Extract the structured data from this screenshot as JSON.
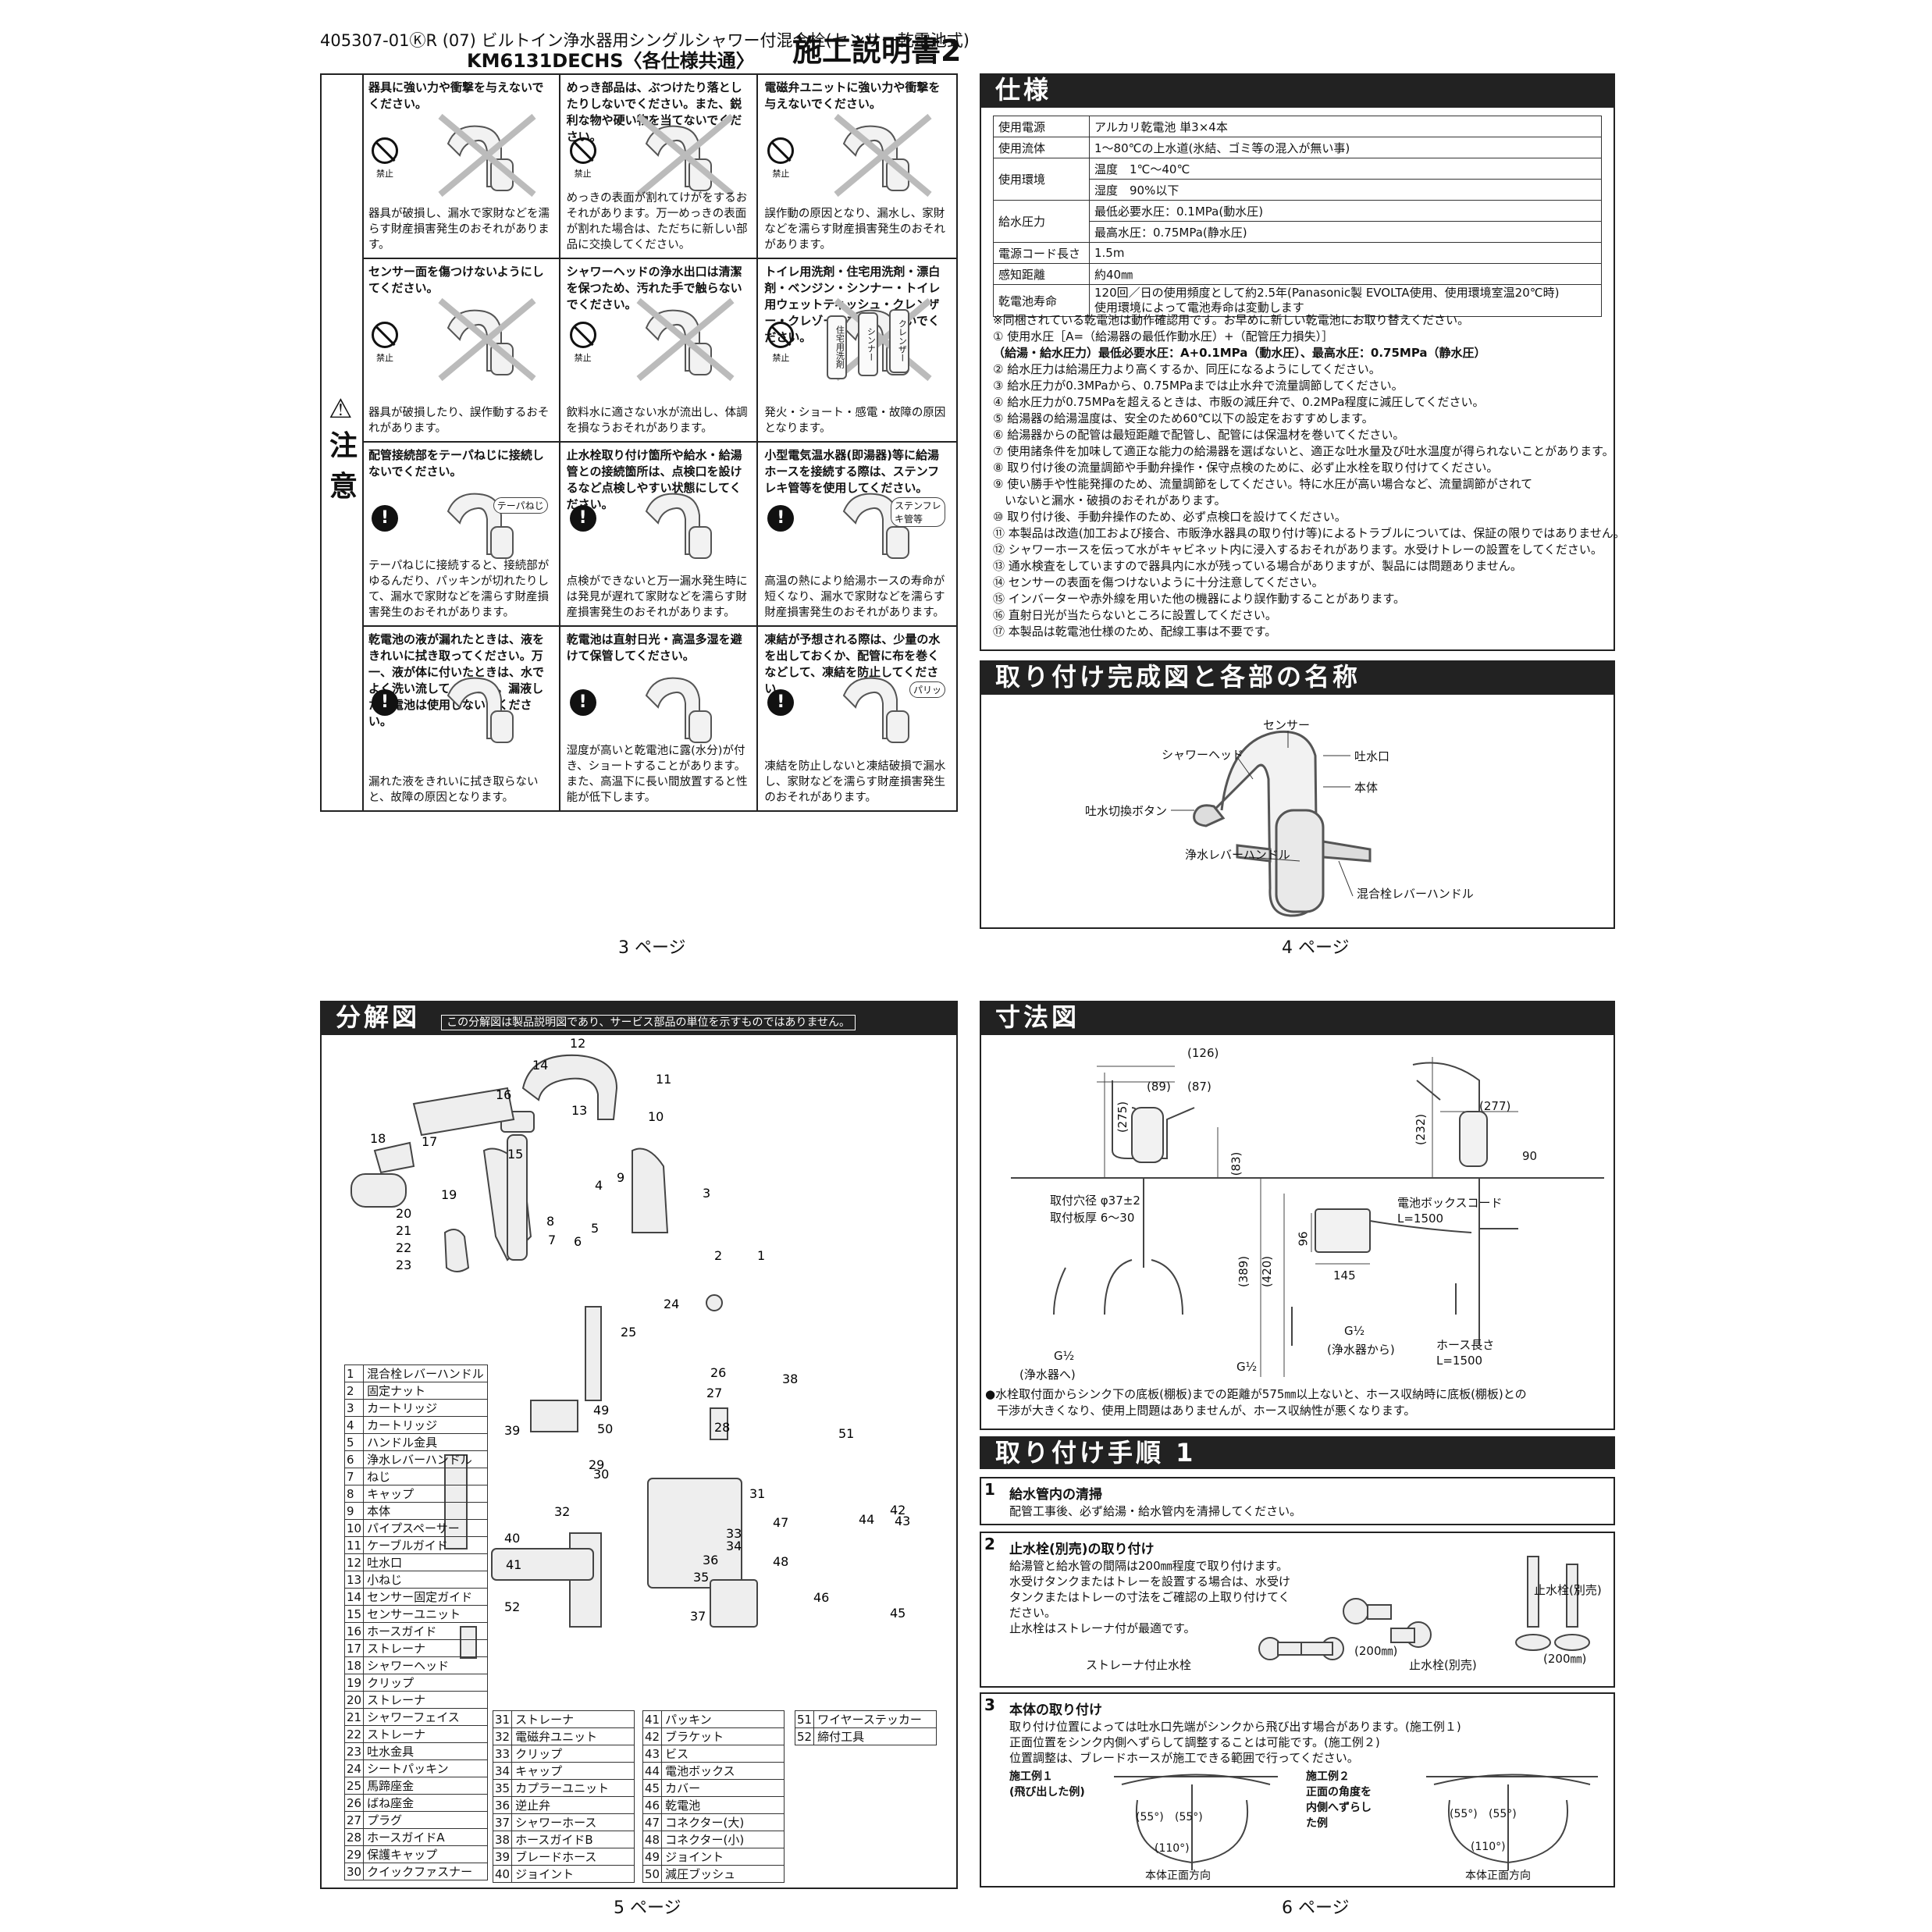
{
  "header": {
    "code": "405307-01ⓀR (07)  ビルトイン浄水器用シングルシャワー付混合栓(センサー乾電池式)",
    "model": "KM6131DECHS〈各仕様共通〉",
    "title": "施工説明書2"
  },
  "caution": {
    "side_label": "注意",
    "cells": [
      {
        "head": "器具に強い力や衝撃を与えないでください。",
        "icon": "prohibit",
        "icon_label": "禁止",
        "body": "器具が破損し、漏水で家財などを濡らす財産損害発生のおそれがあります。"
      },
      {
        "head": "めっき部品は、ぶつけたり落としたりしないでください。また、鋭利な物や硬い物を当てないでください。",
        "icon": "prohibit",
        "icon_label": "禁止",
        "body": "めっきの表面が割れてけがをするおそれがあります。万一めっきの表面が割れた場合は、ただちに新しい部品に交換してください。"
      },
      {
        "head": "電磁弁ユニットに強い力や衝撃を与えないでください。",
        "icon": "prohibit",
        "icon_label": "禁止",
        "body": "誤作動の原因となり、漏水し、家財などを濡らす財産損害発生のおそれがあります。"
      },
      {
        "head": "センサー面を傷つけないようにしてください。",
        "icon": "prohibit",
        "icon_label": "禁止",
        "body": "器具が破損したり、誤作動するおそれがあります。"
      },
      {
        "head": "シャワーヘッドの浄水出口は清潔を保つため、汚れた手で触らないでください。",
        "icon": "prohibit",
        "icon_label": "禁止",
        "body": "飲料水に適さない水が流出し、体調を損なうおそれがあります。"
      },
      {
        "head": "トイレ用洗剤・住宅用洗剤・漂白剤・ベンジン・シンナー・トイレ用ウェットティッシュ・クレンザー・クレゾールを使用しないでください。",
        "icon": "prohibit",
        "icon_label": "禁止",
        "body": "発火・ショート・感電・故障の原因となります。",
        "bottles": [
          "住宅用洗剤",
          "シンナー",
          "クレンザー"
        ]
      },
      {
        "head": "配管接続部をテーパねじに接続しないでください。",
        "icon": "must",
        "icon_label": "",
        "body": "テーパねじに接続すると、接続部がゆるんだり、パッキンが切れたりして、漏水で家財などを濡らす財産損害発生のおそれがあります。",
        "callout": "テーパねじ"
      },
      {
        "head": "止水栓取り付け箇所や給水・給湯管との接続箇所は、点検口を設けるなど点検しやすい状態にしてください。",
        "icon": "must",
        "icon_label": "",
        "body": "点検ができないと万一漏水発生時には発見が遅れて家財などを濡らす財産損害発生のおそれがあります。"
      },
      {
        "head": "小型電気温水器(即湯器)等に給湯ホースを接続する際は、ステンフレキ管等を使用してください。",
        "icon": "must",
        "icon_label": "",
        "body": "高温の熱により給湯ホースの寿命が短くなり、漏水で家財などを濡らす財産損害発生のおそれがあります。",
        "callout": "ステンフレキ管等"
      },
      {
        "head": "乾電池の液が漏れたときは、液をきれいに拭き取ってください。万一、液が体に付いたときは、水でよく洗い流してください。漏液した乾電池は使用しないでください。",
        "icon": "must",
        "icon_label": "",
        "body": "漏れた液をきれいに拭き取らないと、故障の原因となります。"
      },
      {
        "head": "乾電池は直射日光・高温多湿を避けて保管してください。",
        "icon": "must",
        "icon_label": "",
        "body": "湿度が高いと乾電池に露(水分)が付き、ショートすることがあります。また、高温下に長い間放置すると性能が低下します。"
      },
      {
        "head": "凍結が予想される際は、少量の水を出しておくか、配管に布を巻くなどして、凍結を防止してください。",
        "icon": "must",
        "icon_label": "",
        "body": "凍結を防止しないと凍結破損で漏水し、家財などを濡らす財産損害発生のおそれがあります。",
        "callout": "パリッ"
      }
    ]
  },
  "spec": {
    "title": "仕様",
    "rows": [
      [
        "使用電源",
        "アルカリ乾電池 単3×4本"
      ],
      [
        "使用流体",
        "1～80℃の上水道(氷結、ゴミ等の混入が無い事)"
      ],
      [
        "使用環境",
        "温度　1℃～40℃",
        "湿度　90%以下"
      ],
      [
        "給水圧力",
        "最低必要水圧：0.1MPa(動水圧)",
        "最高水圧：0.75MPa(静水圧)"
      ],
      [
        "電源コード長さ",
        "1.5m"
      ],
      [
        "感知距離",
        "約40㎜"
      ],
      [
        "乾電池寿命",
        "120回／日の使用頻度として約2.5年(Panasonic製 EVOLTA使用、使用環境室温20℃時)",
        "使用環境によって電池寿命は変動します"
      ]
    ],
    "notes": [
      "※同梱されている乾電池は動作確認用です。お早めに新しい乾電池にお取り替えください。",
      "① 使用水圧［A=（給湯器の最低作動水圧）+（配管圧力損失）］",
      "（給湯・給水圧力）最低必要水圧：A+0.1MPa（動水圧）、最高水圧：0.75MPa（静水圧）",
      "② 給水圧力は給湯圧力より高くするか、同圧になるようにしてください。",
      "③ 給水圧力が0.3MPaから、0.75MPaまでは止水弁で流量調節してください。",
      "④ 給水圧力が0.75MPaを超えるときは、市販の減圧弁で、0.2MPa程度に減圧してください。",
      "⑤ 給湯器の給湯温度は、安全のため60℃以下の設定をおすすめします。",
      "⑥ 給湯器からの配管は最短距離で配管し、配管には保温材を巻いてください。",
      "⑦ 使用諸条件を加味して適正な能力の給湯器を選ばないと、適正な吐水量及び吐水温度が得られないことがあります。",
      "⑧ 取り付け後の流量調節や手動弁操作・保守点検のために、必ず止水栓を取り付けてください。",
      "⑨ 使い勝手や性能発揮のため、流量調節をしてください。特に水圧が高い場合など、流量調節がされて",
      "　いないと漏水・破損のおそれがあります。",
      "⑩ 取り付け後、手動弁操作のため、必ず点検口を設けてください。",
      "⑪ 本製品は改造(加工および接合、市販浄水器具の取り付け等)によるトラブルについては、保証の限りではありません。",
      "⑫ シャワーホースを伝って水がキャビネット内に浸入するおそれがあります。水受けトレーの設置をしてください。",
      "⑬ 通水検査をしていますので器具内に水が残っている場合がありますが、製品には問題ありません。",
      "⑭ センサーの表面を傷つけないように十分注意してください。",
      "⑮ インバーターや赤外線を用いた他の機器により誤作動することがあります。",
      "⑯ 直射日光が当たらないところに設置してください。",
      "⑰ 本製品は乾電池仕様のため、配線工事は不要です。"
    ]
  },
  "completion": {
    "title": "取り付け完成図と各部の名称",
    "labels": [
      "センサー",
      "シャワーヘッド",
      "吐水口",
      "本体",
      "吐水切換ボタン",
      "浄水レバーハンドル",
      "混合栓レバーハンドル"
    ]
  },
  "pages": [
    "3 ページ",
    "4 ページ",
    "5 ページ",
    "6 ページ"
  ],
  "exploded": {
    "title": "分解図",
    "note": "この分解図は製品説明図であり、サービス部品の単位を示すものではありません。",
    "callouts": [
      "1",
      "2",
      "3",
      "4",
      "5",
      "6",
      "7",
      "8",
      "9",
      "10",
      "11",
      "12",
      "13",
      "14",
      "15",
      "16",
      "17",
      "18",
      "19",
      "20",
      "21",
      "22",
      "23",
      "24",
      "25",
      "26",
      "27",
      "28",
      "29",
      "30",
      "31",
      "32",
      "33",
      "34",
      "35",
      "36",
      "37",
      "38",
      "39",
      "40",
      "41",
      "42",
      "43",
      "44",
      "45",
      "46",
      "47",
      "48",
      "49",
      "50",
      "51",
      "52"
    ],
    "parts": [
      [
        "1",
        "混合栓レバーハンドル"
      ],
      [
        "2",
        "固定ナット"
      ],
      [
        "3",
        "カートリッジ"
      ],
      [
        "4",
        "カートリッジ"
      ],
      [
        "5",
        "ハンドル金具"
      ],
      [
        "6",
        "浄水レバーハンドル"
      ],
      [
        "7",
        "ねじ"
      ],
      [
        "8",
        "キャップ"
      ],
      [
        "9",
        "本体"
      ],
      [
        "10",
        "パイプスペーサー"
      ],
      [
        "11",
        "ケーブルガイド"
      ],
      [
        "12",
        "吐水口"
      ],
      [
        "13",
        "小ねじ"
      ],
      [
        "14",
        "センサー固定ガイド"
      ],
      [
        "15",
        "センサーユニット"
      ],
      [
        "16",
        "ホースガイド"
      ],
      [
        "17",
        "ストレーナ"
      ],
      [
        "18",
        "シャワーヘッド"
      ],
      [
        "19",
        "クリップ"
      ],
      [
        "20",
        "ストレーナ"
      ],
      [
        "21",
        "シャワーフェイス"
      ],
      [
        "22",
        "ストレーナ"
      ],
      [
        "23",
        "吐水金具"
      ],
      [
        "24",
        "シートパッキン"
      ],
      [
        "25",
        "馬蹄座金"
      ],
      [
        "26",
        "ばね座金"
      ],
      [
        "27",
        "プラグ"
      ],
      [
        "28",
        "ホースガイドA"
      ],
      [
        "29",
        "保護キャップ"
      ],
      [
        "30",
        "クイックファスナー"
      ],
      [
        "31",
        "ストレーナ"
      ],
      [
        "32",
        "電磁弁ユニット"
      ],
      [
        "33",
        "クリップ"
      ],
      [
        "34",
        "キャップ"
      ],
      [
        "35",
        "カプラーユニット"
      ],
      [
        "36",
        "逆止弁"
      ],
      [
        "37",
        "シャワーホース"
      ],
      [
        "38",
        "ホースガイドB"
      ],
      [
        "39",
        "ブレードホース"
      ],
      [
        "40",
        "ジョイント"
      ],
      [
        "41",
        "パッキン"
      ],
      [
        "42",
        "ブラケット"
      ],
      [
        "43",
        "ビス"
      ],
      [
        "44",
        "電池ボックス"
      ],
      [
        "45",
        "カバー"
      ],
      [
        "46",
        "乾電池"
      ],
      [
        "47",
        "コネクター(大)"
      ],
      [
        "48",
        "コネクター(小)"
      ],
      [
        "49",
        "ジョイント"
      ],
      [
        "50",
        "減圧ブッシュ"
      ],
      [
        "51",
        "ワイヤーステッカー"
      ],
      [
        "52",
        "締付工具"
      ]
    ]
  },
  "dimensions": {
    "title": "寸法図",
    "labels": [
      "(126)",
      "(89)",
      "(87)",
      "(275)",
      "(83)",
      "取付穴径 φ37±2",
      "取付板厚 6～30",
      "(389)",
      "(420)",
      "G½",
      "(浄水器へ)",
      "G½",
      "(232)",
      "(277)",
      "90",
      "電池ボックスコード",
      "L=1500",
      "96",
      "145",
      "G½",
      "(浄水器から)",
      "ホース長さ",
      "L=1500"
    ],
    "note1": "●水栓取付面からシンク下の底板(棚板)までの距離が575㎜以上ないと、ホース収納時に底板(棚板)との",
    "note2": "　干渉が大きくなり、使用上問題はありませんが、ホース収納性が悪くなります。"
  },
  "procedure": {
    "title": "取り付け手順 1",
    "steps": [
      {
        "num": "1",
        "title": "給水管内の清掃",
        "lines": [
          "配管工事後、必ず給湯・給水管内を清掃してください。"
        ]
      },
      {
        "num": "2",
        "title": "止水栓(別売)の取り付け",
        "lines": [
          "給湯管と給水管の間隔は200㎜程度で取り付けます。",
          "水受けタンクまたはトレーを設置する場合は、水受け",
          "タンクまたはトレーの寸法をご確認の上取り付けてく",
          "ださい。",
          "止水栓はストレーナ付が最適です。"
        ],
        "labels": [
          "止水栓(別売)",
          "ストレーナ付止水栓",
          "(200㎜)",
          "止水栓(別売)",
          "(200㎜)"
        ]
      },
      {
        "num": "3",
        "title": "本体の取り付け",
        "lines": [
          "取り付け位置によっては吐水口先端がシンクから飛び出す場合があります。(施工例１)",
          "正面位置をシンク内側へずらして調整することは可能です。(施工例２)",
          "位置調整は、ブレードホースが施工できる範囲で行ってください。"
        ],
        "ex1": [
          "施工例１",
          "(飛び出した例)"
        ],
        "ex2": [
          "施工例２",
          "正面の角度を",
          "内側へずらし",
          "た例"
        ],
        "angles": [
          "(55°)",
          "(55°)",
          "(110°)",
          "本体正面方向",
          "(55°)",
          "(55°)",
          "(110°)",
          "本体正面方向"
        ]
      }
    ]
  }
}
